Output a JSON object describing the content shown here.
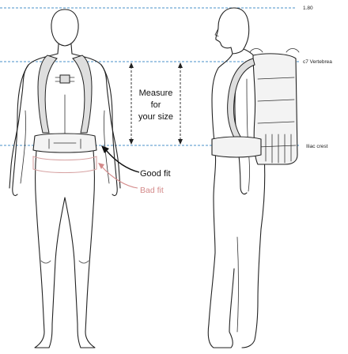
{
  "labels": {
    "height_mark": "1.80",
    "c7": "c7 Vertebrea",
    "iliac": "Iliac crest",
    "measure_line1": "Measure",
    "measure_line2": "for",
    "measure_line3": "your size",
    "good_fit": "Good fit",
    "bad_fit": "Bad fit"
  },
  "colors": {
    "guide_lines": "#4a90c8",
    "bad_fit": "#d48a8a",
    "outline": "#222222"
  }
}
